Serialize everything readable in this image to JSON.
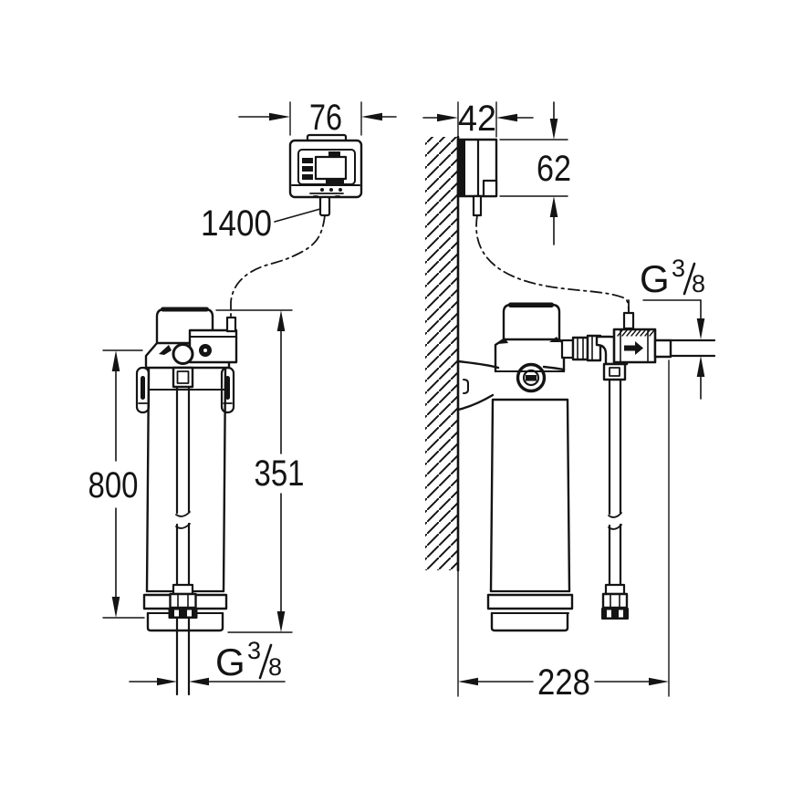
{
  "drawing": {
    "background": "#ffffff",
    "line_color": "#141414",
    "dims": {
      "controller_width": "76",
      "controller_depth": "42",
      "controller_height": "62",
      "cable_length": "1400",
      "filter_body_height": "800",
      "filter_total_height": "351",
      "wall_to_outlet": "228"
    },
    "threads": {
      "bottom": {
        "symbol": "G",
        "numerator": "3",
        "denominator": "8"
      },
      "side": {
        "symbol": "G",
        "numerator": "3",
        "denominator": "8"
      }
    }
  }
}
